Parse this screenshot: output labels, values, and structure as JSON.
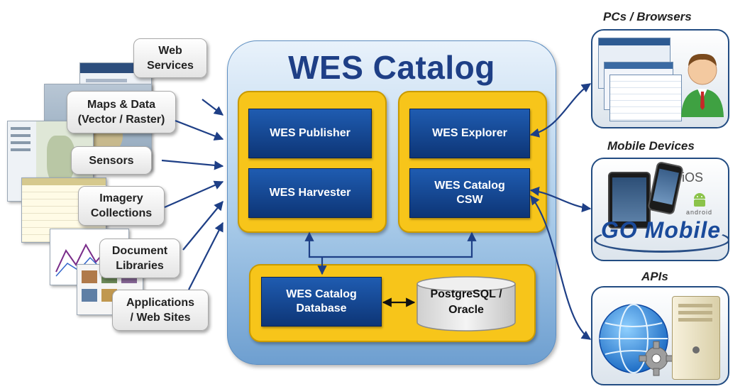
{
  "catalog": {
    "title": "WES Catalog",
    "services": {
      "publisher": "WES Publisher",
      "harvester": "WES Harvester",
      "explorer": "WES  Explorer",
      "csw": "WES Catalog\nCSW",
      "database": "WES Catalog\nDatabase"
    },
    "storage": "PostgreSQL /\nOracle"
  },
  "sources": [
    {
      "label": "Web\nServices"
    },
    {
      "label": "Maps & Data\n(Vector / Raster)"
    },
    {
      "label": "Sensors"
    },
    {
      "label": "Imagery\nCollections"
    },
    {
      "label": "Document\nLibraries"
    },
    {
      "label": "Applications\n/ Web Sites"
    }
  ],
  "clients": {
    "pcs_label": "PCs / Browsers",
    "mobile_label": "Mobile Devices",
    "apis_label": "APIs",
    "ios": "iOS",
    "android": "android",
    "go_mobile": "GO Mobile"
  },
  "colors": {
    "accent_blue": "#1e3f86",
    "service_blue": "#13448f",
    "gold": "#f7c51a",
    "panel_border": "#224c82"
  }
}
